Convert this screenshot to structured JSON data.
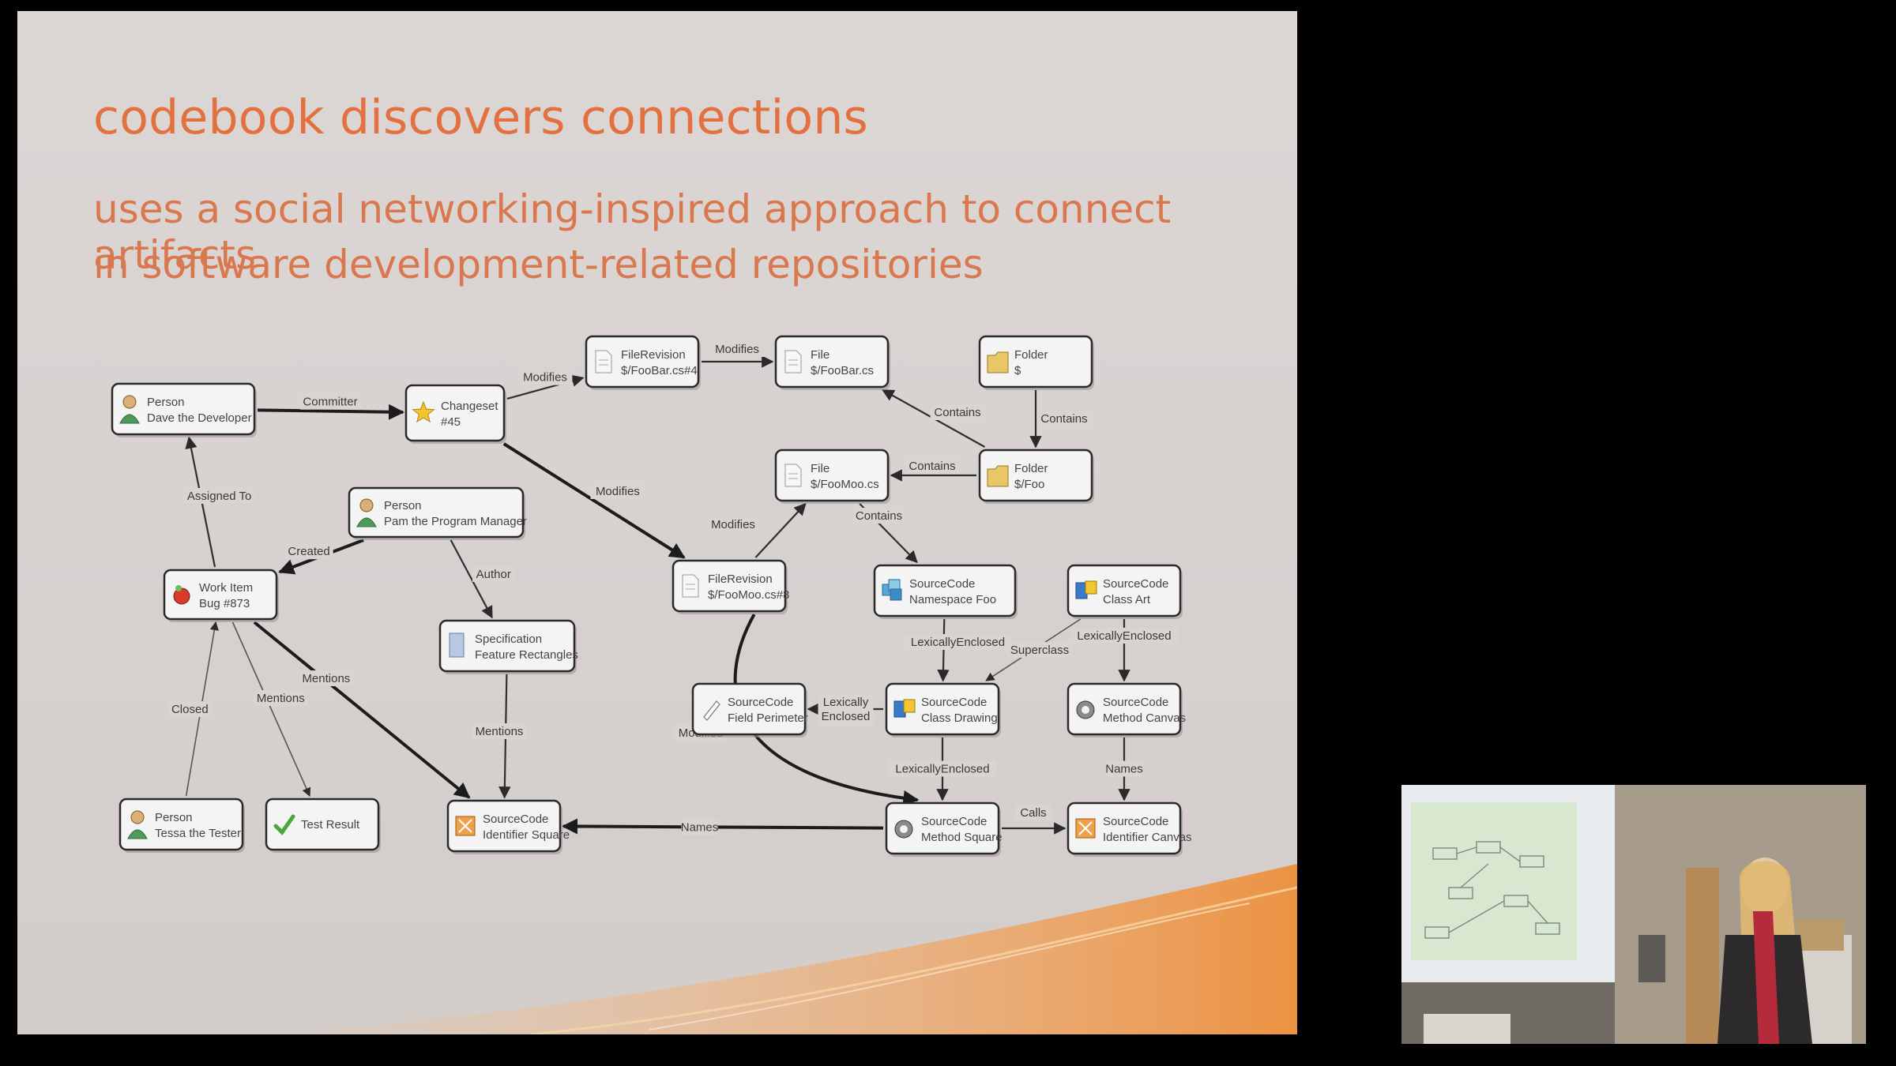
{
  "slide": {
    "title": "codebook discovers connections",
    "subtitle_line1": "uses a social networking-inspired approach to connect artifacts",
    "subtitle_line2": "in software development-related repositories"
  },
  "diagram": {
    "nodes": [
      {
        "id": "person-dave",
        "line1": "Person",
        "line2": "Dave the Developer",
        "icon": "person-icon"
      },
      {
        "id": "changeset",
        "line1": "Changeset",
        "line2": "#45",
        "icon": "star-icon"
      },
      {
        "id": "filerev-foobar",
        "line1": "FileRevision",
        "line2": "$/FooBar.cs#4",
        "icon": "document-icon"
      },
      {
        "id": "file-foobar",
        "line1": "File",
        "line2": "$/FooBar.cs",
        "icon": "document-icon"
      },
      {
        "id": "folder-root",
        "line1": "Folder",
        "line2": "$",
        "icon": "folder-icon"
      },
      {
        "id": "folder-foo",
        "line1": "Folder",
        "line2": "$/Foo",
        "icon": "folder-icon"
      },
      {
        "id": "file-foomoo",
        "line1": "File",
        "line2": "$/FooMoo.cs",
        "icon": "document-icon"
      },
      {
        "id": "person-pam",
        "line1": "Person",
        "line2": "Pam the Program Manager",
        "icon": "person-icon"
      },
      {
        "id": "workitem",
        "line1": "Work Item",
        "line2": "Bug #873",
        "icon": "bug-icon"
      },
      {
        "id": "filerev-foomoo",
        "line1": "FileRevision",
        "line2": "$/FooMoo.cs#8",
        "icon": "document-icon"
      },
      {
        "id": "spec",
        "line1": "Specification",
        "line2": "Feature Rectangles",
        "icon": "spec-doc-icon"
      },
      {
        "id": "sc-namespace",
        "line1": "SourceCode",
        "line2": "Namespace Foo",
        "icon": "namespace-icon"
      },
      {
        "id": "sc-classart",
        "line1": "SourceCode",
        "line2": "Class Art",
        "icon": "class-icon"
      },
      {
        "id": "sc-field",
        "line1": "SourceCode",
        "line2": "Field Perimeter",
        "icon": "field-icon"
      },
      {
        "id": "sc-classdrawing",
        "line1": "SourceCode",
        "line2": "Class Drawing",
        "icon": "class-icon"
      },
      {
        "id": "sc-methodcanvas",
        "line1": "SourceCode",
        "line2": "Method Canvas",
        "icon": "method-icon"
      },
      {
        "id": "person-tessa",
        "line1": "Person",
        "line2": "Tessa the Tester",
        "icon": "person-icon"
      },
      {
        "id": "testresult",
        "line1": "Test Result",
        "line2": "",
        "icon": "checkmark-icon"
      },
      {
        "id": "sc-idsquare",
        "line1": "SourceCode",
        "line2": "Identifier Square",
        "icon": "identifier-icon"
      },
      {
        "id": "sc-methodsquare",
        "line1": "SourceCode",
        "line2": "Method Square",
        "icon": "method-icon"
      },
      {
        "id": "sc-idcanvas",
        "line1": "SourceCode",
        "line2": "Identifier Canvas",
        "icon": "identifier-icon"
      }
    ],
    "edges": [
      {
        "from": "person-dave",
        "to": "changeset",
        "label": "Committer"
      },
      {
        "from": "changeset",
        "to": "filerev-foobar",
        "label": "Modifies"
      },
      {
        "from": "filerev-foobar",
        "to": "file-foobar",
        "label": "Modifies"
      },
      {
        "from": "folder-foo",
        "to": "file-foobar",
        "label": "Contains"
      },
      {
        "from": "folder-root",
        "to": "folder-foo",
        "label": "Contains"
      },
      {
        "from": "folder-foo",
        "to": "file-foomoo",
        "label": "Contains"
      },
      {
        "from": "changeset",
        "to": "filerev-foomoo",
        "label": "Modifies"
      },
      {
        "from": "filerev-foomoo",
        "to": "file-foomoo",
        "label": "Modifies"
      },
      {
        "from": "file-foomoo",
        "to": "sc-namespace",
        "label": "Contains"
      },
      {
        "from": "workitem",
        "to": "person-dave",
        "label": "Assigned To"
      },
      {
        "from": "person-pam",
        "to": "workitem",
        "label": "Created"
      },
      {
        "from": "person-pam",
        "to": "spec",
        "label": "Author"
      },
      {
        "from": "workitem",
        "to": "sc-idsquare",
        "label": "Mentions"
      },
      {
        "from": "workitem",
        "to": "testresult",
        "label": "Mentions"
      },
      {
        "from": "person-tessa",
        "to": "workitem",
        "label": "Closed"
      },
      {
        "from": "spec",
        "to": "sc-idsquare",
        "label": "Mentions"
      },
      {
        "from": "filerev-foomoo",
        "to": "sc-methodsquare",
        "label": "Modifies"
      },
      {
        "from": "sc-namespace",
        "to": "sc-classdrawing",
        "label": "LexicallyEnclosed"
      },
      {
        "from": "sc-classart",
        "to": "sc-classdrawing",
        "label": "Superclass"
      },
      {
        "from": "sc-classart",
        "to": "sc-methodcanvas",
        "label": "LexicallyEnclosed"
      },
      {
        "from": "sc-classdrawing",
        "to": "sc-field",
        "label": "Lexically Enclosed"
      },
      {
        "from": "sc-classdrawing",
        "to": "sc-methodsquare",
        "label": "LexicallyEnclosed"
      },
      {
        "from": "sc-methodcanvas",
        "to": "sc-idcanvas",
        "label": "Names"
      },
      {
        "from": "sc-methodsquare",
        "to": "sc-idsquare",
        "label": "Names"
      },
      {
        "from": "sc-methodsquare",
        "to": "sc-idcanvas",
        "label": "Calls"
      }
    ]
  },
  "colors": {
    "title": "#e2713f",
    "subtitle": "#d9784e",
    "slide_background": "#dcd6d5",
    "accent_swoosh": "#f2a04a"
  }
}
